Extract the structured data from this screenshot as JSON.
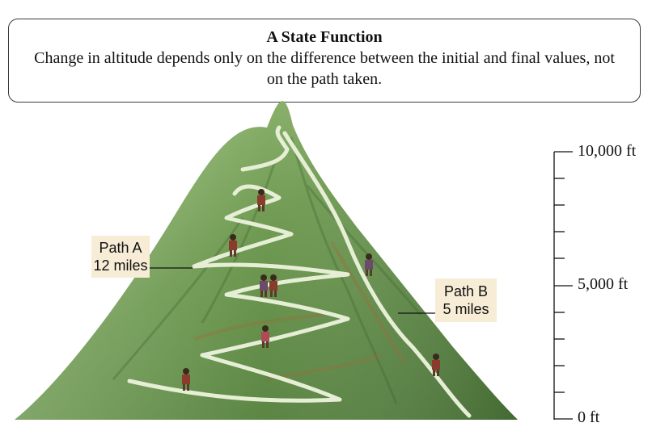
{
  "callout": {
    "title": "A State Function",
    "body": "Change in altitude depends only on the difference between the initial and final values, not on the path taken."
  },
  "paths": {
    "a": {
      "name": "Path A",
      "length": "12 miles"
    },
    "b": {
      "name": "Path B",
      "length": "5 miles"
    }
  },
  "altitude_scale": {
    "top": "10,000 ft",
    "middle": "5,000 ft",
    "bottom": "0 ft"
  },
  "colors": {
    "mountain_dark": "#4f7a3c",
    "mountain_light": "#9cc27c",
    "trail": "#e6efd6",
    "label_bg": "#f7ecd6"
  }
}
